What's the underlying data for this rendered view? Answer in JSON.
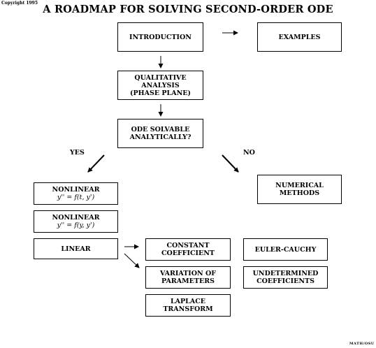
{
  "copyright": "Copyright 1995",
  "title": "A ROADMAP FOR SOLVING SECOND-ORDER ODE",
  "footer": "MATH/OSU",
  "labels": {
    "yes": "YES",
    "no": "NO"
  },
  "boxes": {
    "introduction": "INTRODUCTION",
    "examples": "EXAMPLES",
    "qualitative_1": "QUALITATIVE",
    "qualitative_2": "ANALYSIS",
    "qualitative_3": "(PHASE PLANE)",
    "solvable_1": "ODE SOLVABLE",
    "solvable_2": "ANALYTICALLY?",
    "nonlinear_a_1": "NONLINEAR",
    "nonlinear_a_2": "y'' = f(t, y')",
    "nonlinear_b_1": "NONLINEAR",
    "nonlinear_b_2": "y'' = f(y, y')",
    "linear": "LINEAR",
    "numerical_1": "NUMERICAL",
    "numerical_2": "METHODS",
    "constant_1": "CONSTANT",
    "constant_2": "COEFFICIENT",
    "euler": "EULER-CAUCHY",
    "variation_1": "VARIATION OF",
    "variation_2": "PARAMETERS",
    "undetermined_1": "UNDETERMINED",
    "undetermined_2": "COEFFICIENTS",
    "laplace_1": "LAPLACE",
    "laplace_2": "TRANSFORM"
  }
}
